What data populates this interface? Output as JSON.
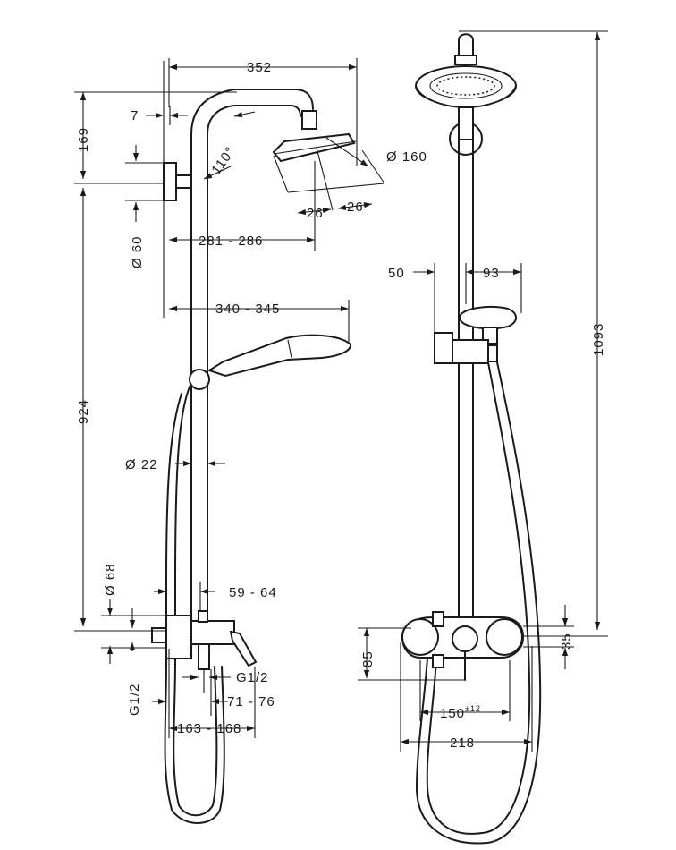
{
  "dimensions": {
    "width_352": "352",
    "offset_7": "7",
    "height_169": "169",
    "angle_110": "110°",
    "diameter_160": "Ø 160",
    "nozzle_26_left": "26",
    "nozzle_26_right": "26",
    "diameter_60": "Ø 60",
    "reach_281_286": "281 - 286",
    "reach_340_345": "340 - 345",
    "height_924": "924",
    "diameter_22": "Ø 22",
    "diameter_68": "Ø 68",
    "depth_59_64": "59 - 64",
    "thread_g12_left": "G1/2",
    "thread_g12_right": "G1/2",
    "depth_71_76": "71 - 76",
    "depth_163_168": "163 - 168",
    "offset_50": "50",
    "offset_93": "93",
    "height_1093": "1093",
    "height_85": "85",
    "height_35": "35",
    "spacing_150": "150",
    "spacing_150_tolerance": "±12",
    "width_218": "218"
  }
}
